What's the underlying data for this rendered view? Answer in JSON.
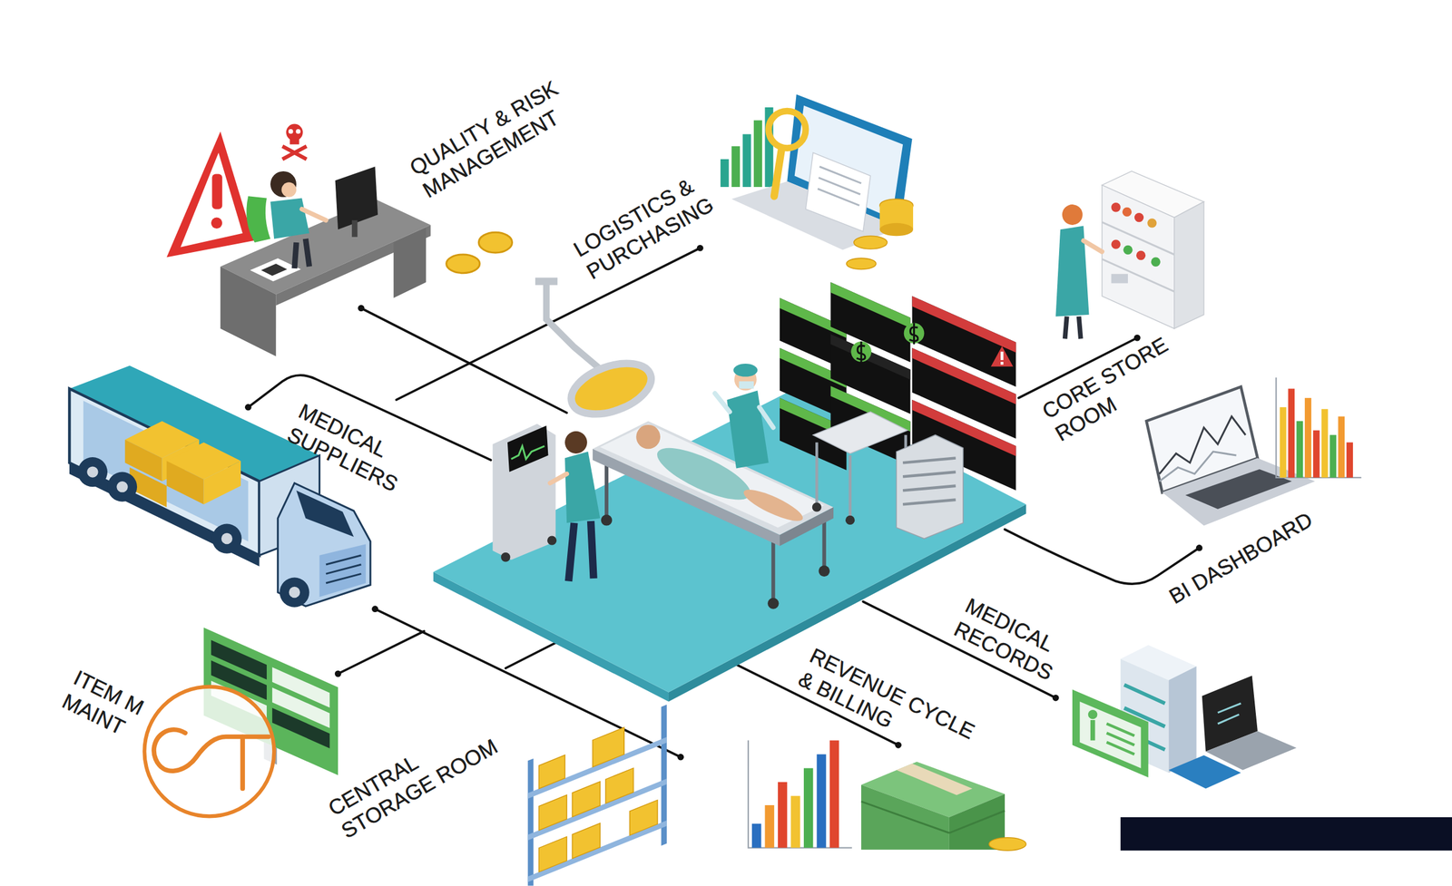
{
  "diagram": {
    "labels": [
      "QUALITY & RISK MANAGEMENT",
      "LOGISTICS & PURCHASING",
      "CORE STORE ROOM",
      "MEDICAL SUPPLIERS",
      "BI DASHBOARD",
      "MEDICAL RECORDS",
      "ITEM M MAINT",
      "REVENUE CYCLE & BILLING",
      "CENTRAL STORAGE ROOM"
    ]
  }
}
